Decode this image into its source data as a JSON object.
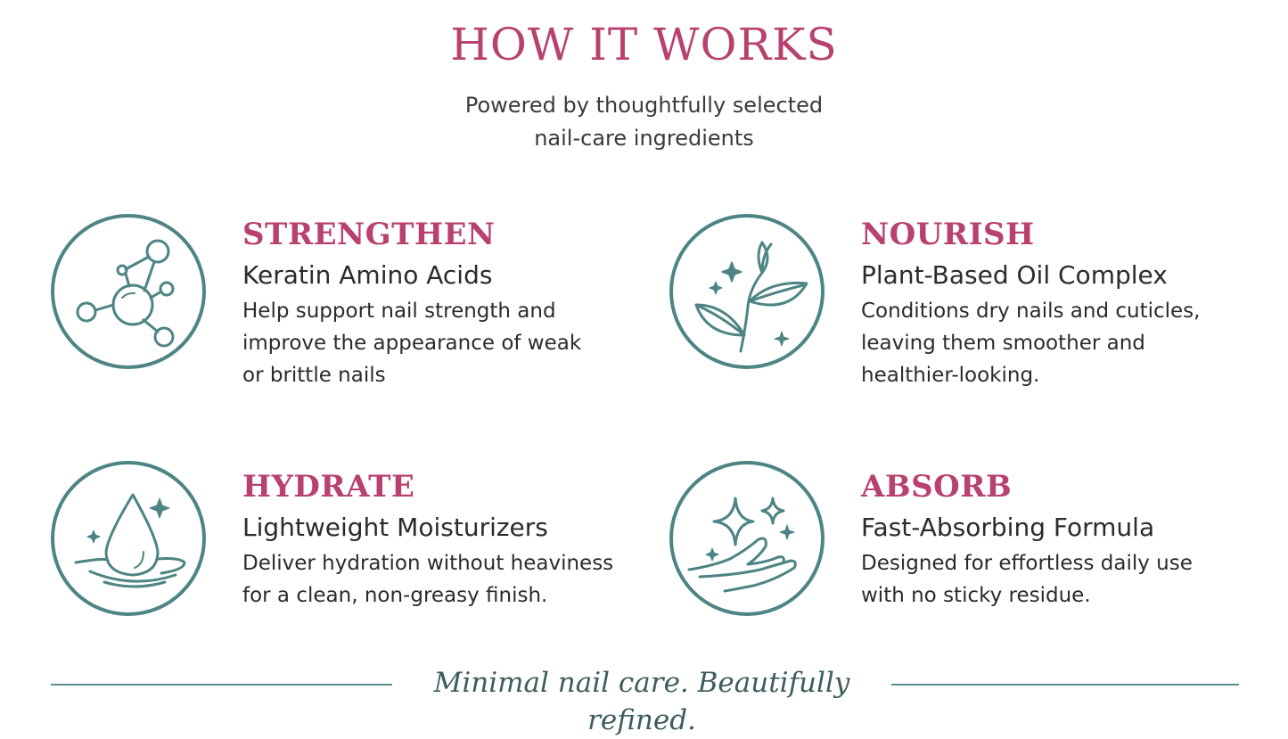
{
  "header": {
    "title": "HOW IT WORKS",
    "subtitle_line1": "Powered by thoughtfully selected",
    "subtitle_line2": "nail-care ingredients"
  },
  "features": [
    {
      "heading": "STRENGTHEN",
      "subheading": "Keratin Amino Acids",
      "description": [
        "Help support nail strength and",
        "improve the appearance of weak",
        "or brittle nails"
      ],
      "icon": "molecule-icon"
    },
    {
      "heading": "NOURISH",
      "subheading": "Plant-Based Oil Complex",
      "description": [
        "Conditions dry nails and cuticles,",
        "leaving them smoother and",
        "healthier-looking."
      ],
      "icon": "leaf-icon"
    },
    {
      "heading": "HYDRATE",
      "subheading": "Lightweight Moisturizers",
      "description": [
        "Deliver hydration without heaviness",
        "for a clean, non-greasy finish."
      ],
      "icon": "water-drop-icon"
    },
    {
      "heading": "ABSORB",
      "subheading": "Fast-Absorbing Formula",
      "description": [
        "Designed for effortless daily use",
        "with no sticky residue."
      ],
      "icon": "hand-sparkle-icon"
    }
  ],
  "footer": {
    "tagline": "Minimal nail care. Beautifully refined."
  },
  "colors": {
    "accent": "#b8416f",
    "icon_teal": "#4d8484",
    "text": "#2b2b2b"
  }
}
